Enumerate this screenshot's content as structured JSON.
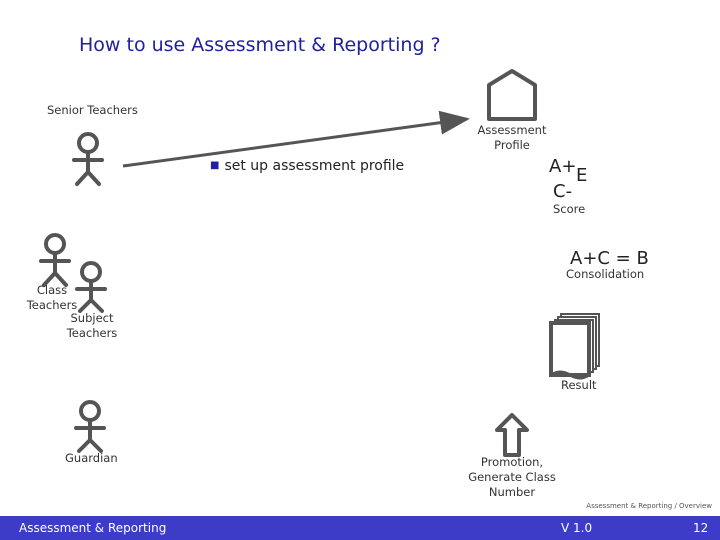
{
  "title": "How to use Assessment & Reporting ?",
  "actors": {
    "senior_teachers": "Senior Teachers",
    "class_teachers": [
      "Class",
      "Teachers"
    ],
    "subject_teachers": [
      "Subject",
      "Teachers"
    ],
    "guardian": "Guardian"
  },
  "action": "set up assessment profile",
  "assessment_profile": [
    "Assessment",
    "Profile"
  ],
  "score": {
    "grade_a": "A+",
    "grade_e": "E",
    "grade_c": "C-",
    "label": "Score"
  },
  "consolidation": {
    "formula": "A+C = B",
    "label": "Consolidation"
  },
  "result": "Result",
  "promotion": [
    "Promotion,",
    "Generate Class",
    "Number"
  ],
  "footer": {
    "caption": "Assessment & Reporting / Overview",
    "left": "Assessment & Reporting",
    "version": "V 1.0",
    "page": "12"
  },
  "colors": {
    "title": "#2020a0",
    "footer_bar": "#3c3cc8",
    "line": "#555555"
  }
}
